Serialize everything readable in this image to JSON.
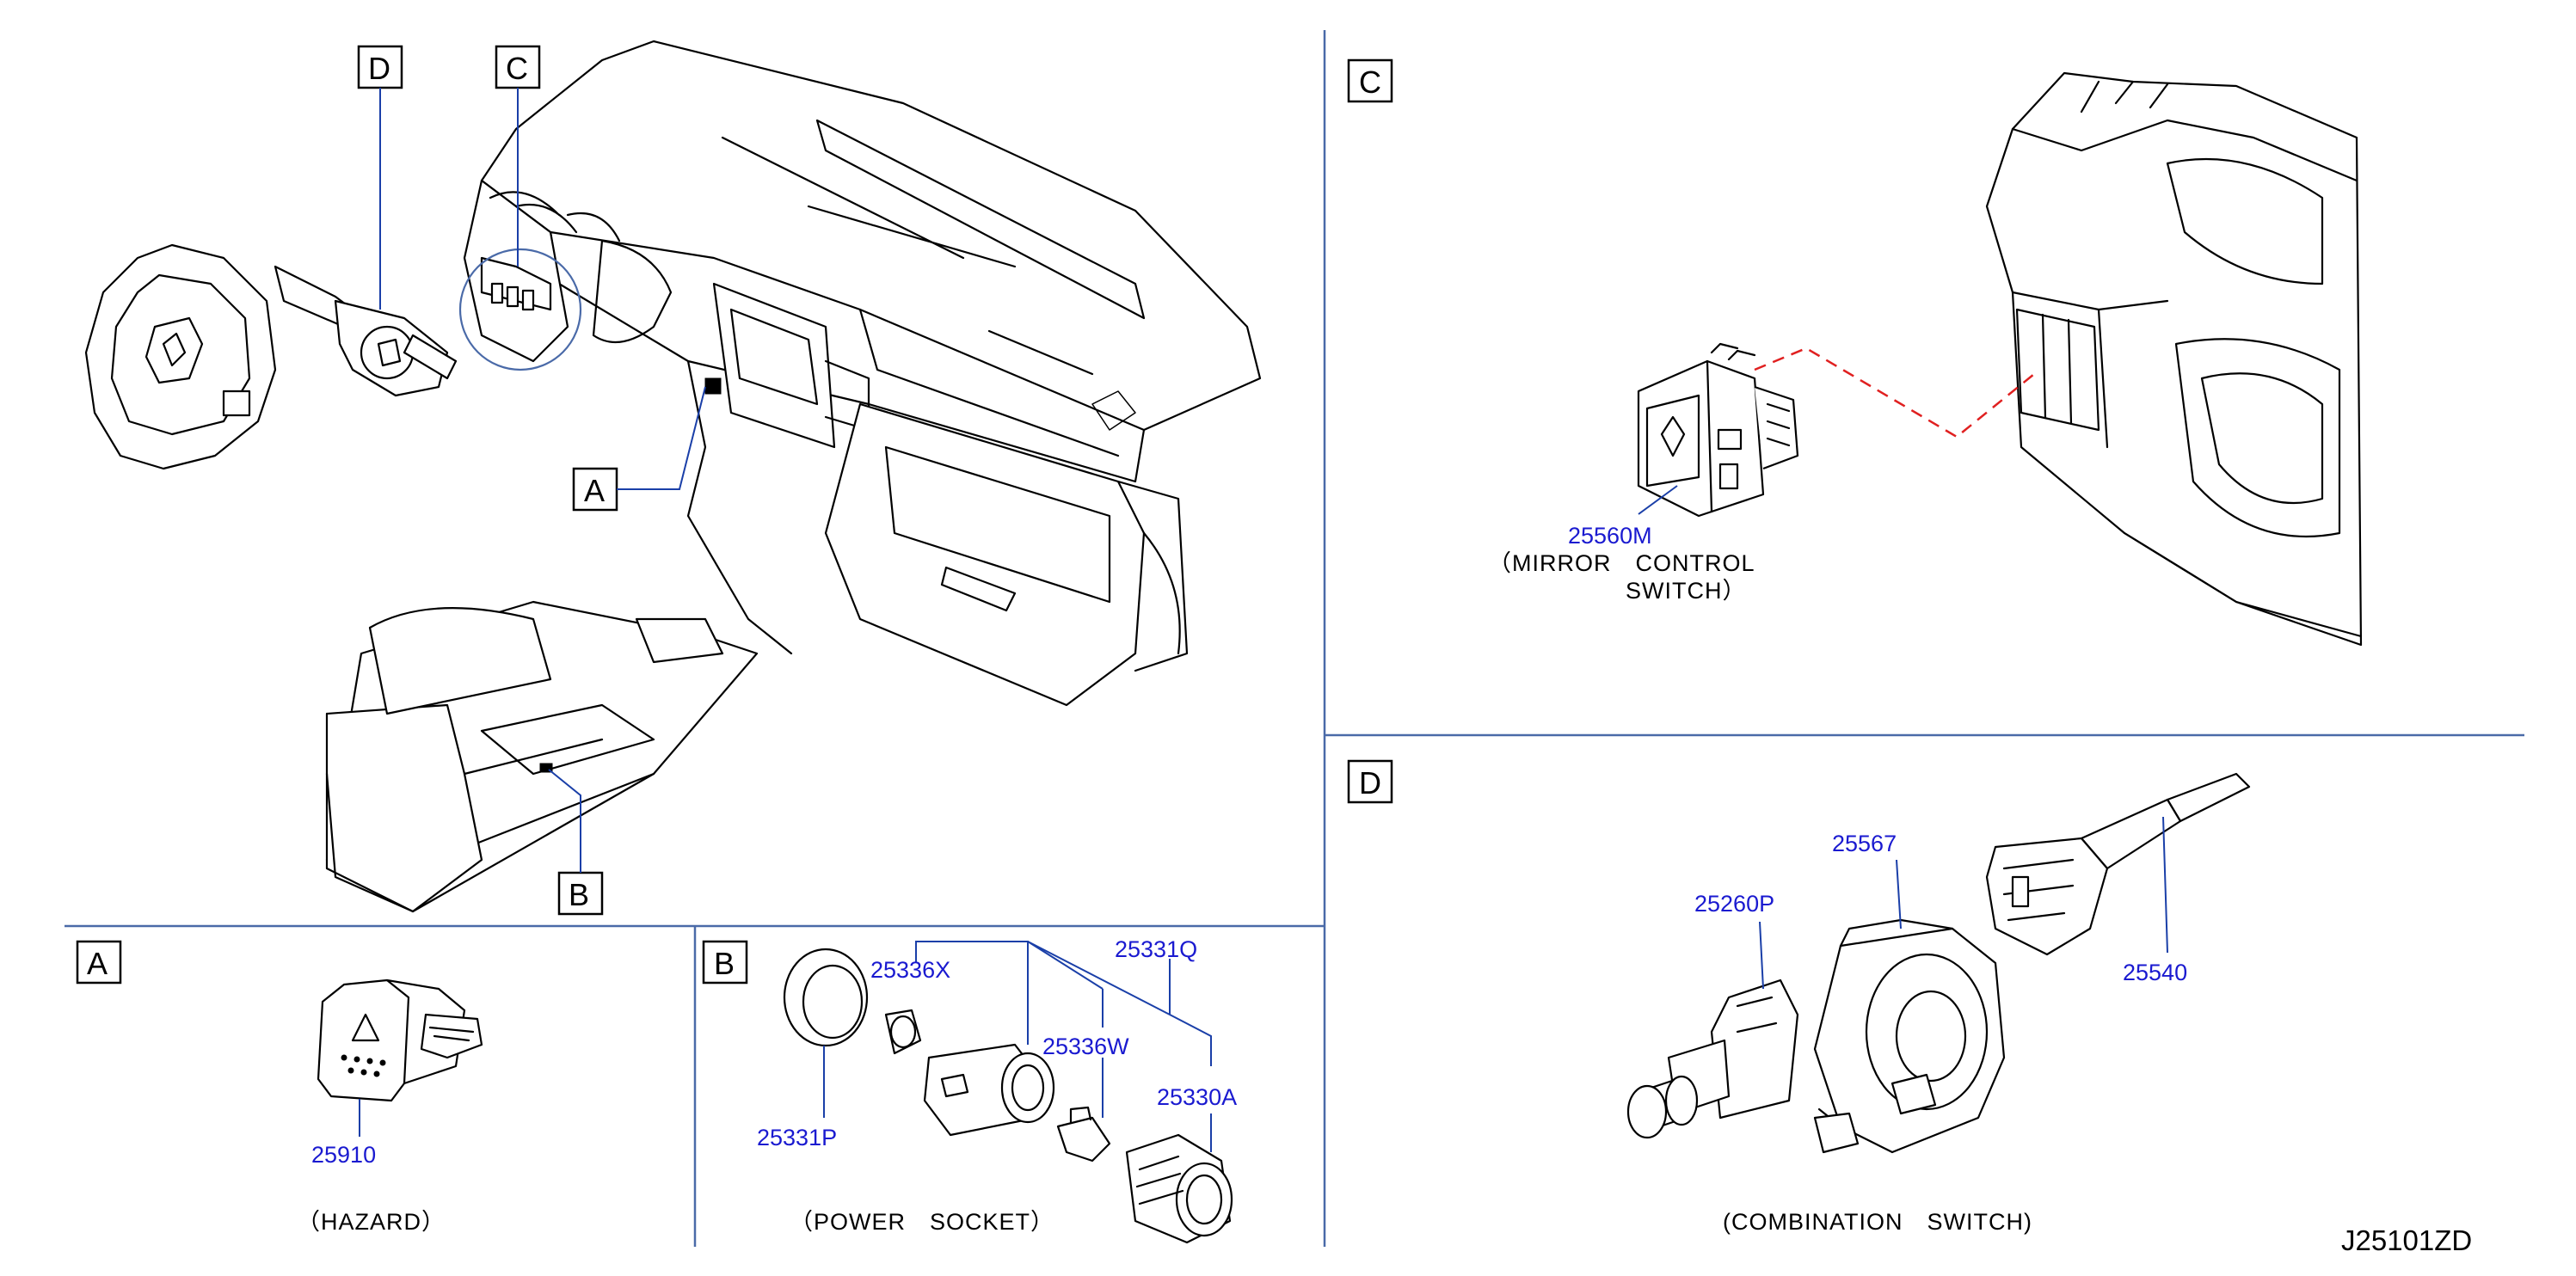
{
  "overview": {
    "callouts": [
      "D",
      "C",
      "A",
      "B"
    ]
  },
  "panel_a": {
    "letter": "A",
    "part_number": "25910",
    "caption": "（HAZARD）"
  },
  "panel_b": {
    "letter": "B",
    "parts": {
      "p1": "25336X",
      "p2": "25331Q",
      "p3": "25336W",
      "p4": "25330A",
      "p5": "25331P"
    },
    "caption": "（POWER　SOCKET）"
  },
  "panel_c": {
    "letter": "C",
    "part_number": "25560M",
    "caption_line1": "（MIRROR　CONTROL",
    "caption_line2": "SWITCH）"
  },
  "panel_d": {
    "letter": "D",
    "parts": {
      "p1": "25567",
      "p2": "25260P",
      "p3": "25540"
    },
    "caption": "(COMBINATION　SWITCH)"
  },
  "doc_id": "J25101ZD",
  "colors": {
    "part_number": "#1a1ad0",
    "divider": "#4a6aa8",
    "leader": "#1a3fa8",
    "dashed_link": "#e02020"
  }
}
